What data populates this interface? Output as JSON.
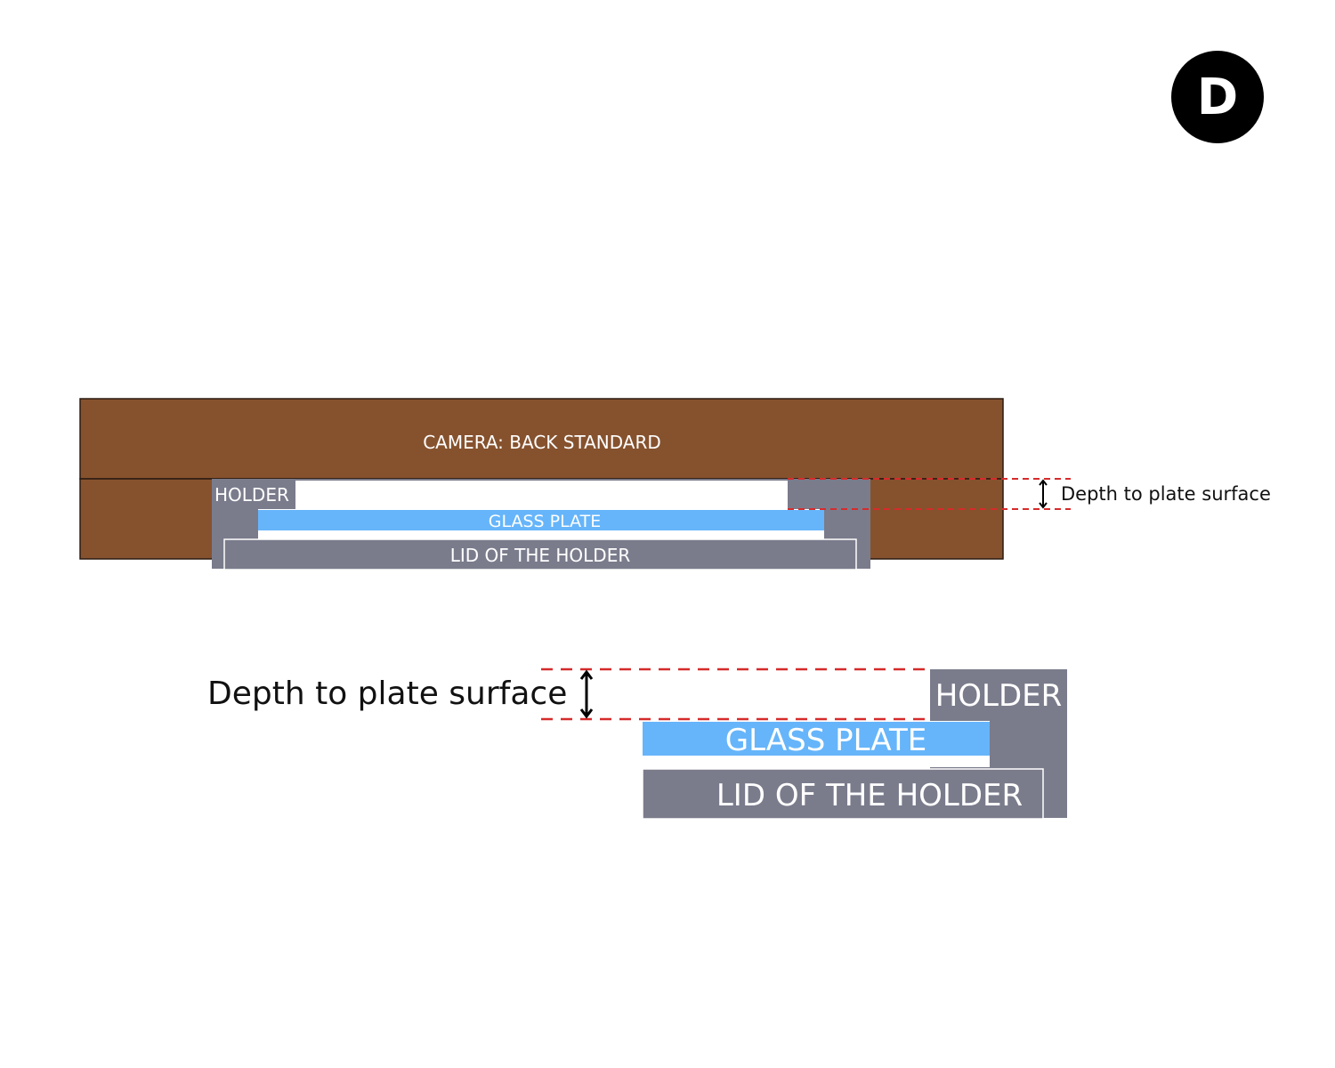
{
  "badge": {
    "letter": "D"
  },
  "top_diagram": {
    "camera_label": "CAMERA: BACK STANDARD",
    "holder_label": "HOLDER",
    "glass_label": "GLASS PLATE",
    "lid_label": "LID OF THE HOLDER",
    "depth_label": "Depth to plate surface"
  },
  "detail_diagram": {
    "holder_label": "HOLDER",
    "glass_label": "GLASS PLATE",
    "lid_label": "LID OF THE HOLDER",
    "depth_label": "Depth to plate surface"
  },
  "colors": {
    "camera": "#86522e",
    "holder": "#7a7c8c",
    "glass": "#66b5fa",
    "dash": "#d62b2b"
  }
}
